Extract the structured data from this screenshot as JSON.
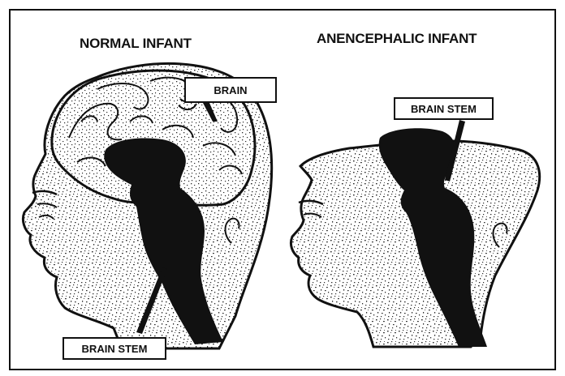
{
  "titles": {
    "normal": "NORMAL INFANT",
    "anencephalic": "ANENCEPHALIC INFANT"
  },
  "labels": {
    "brain": "BRAIN",
    "brain_stem_normal": "BRAIN STEM",
    "brain_stem_anencephalic": "BRAIN STEM"
  },
  "colors": {
    "ink": "#111111",
    "paper": "#ffffff",
    "speckle": "#2a2a2a"
  }
}
